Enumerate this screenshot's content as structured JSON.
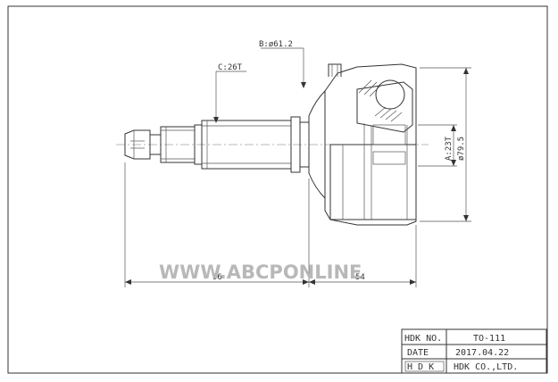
{
  "labels": {
    "dim_b": "B:ø61.2",
    "dim_c": "C:26T",
    "dim_a": "A:23T",
    "dim_d": "ø79.5",
    "len_shaft": "96",
    "len_body": "54"
  },
  "watermark": "WWW.ABCPONLINE",
  "title_block": {
    "r1_label": "HDK NO.",
    "r1_value": "TO-111",
    "r2_label": "DATE",
    "r2_value": "2017.04.22",
    "r3_label": "H D K",
    "r3_value": "HDK CO.,LTD."
  },
  "colors": {
    "line": "#333333",
    "watermark": "#b8b8b8",
    "background": "#ffffff"
  }
}
